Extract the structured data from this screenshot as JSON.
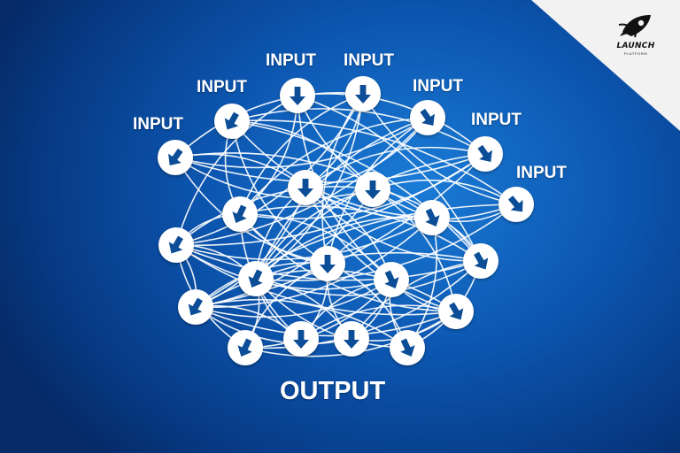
{
  "labels": {
    "inputs": [
      "INPUT",
      "INPUT",
      "INPUT",
      "INPUT",
      "INPUT",
      "INPUT",
      "INPUT"
    ],
    "output": "OUTPUT"
  },
  "logo": {
    "word": "LAUNCH",
    "sub": "PLATFORM"
  },
  "colors": {
    "node": "#ffffff",
    "arrow": "#0b4d96",
    "edge": "#ffffff",
    "background": "#0c56b0",
    "corner": "#f2f2f2"
  },
  "icons": {
    "node": "arrow-down-icon",
    "logo": "rocket-icon"
  }
}
